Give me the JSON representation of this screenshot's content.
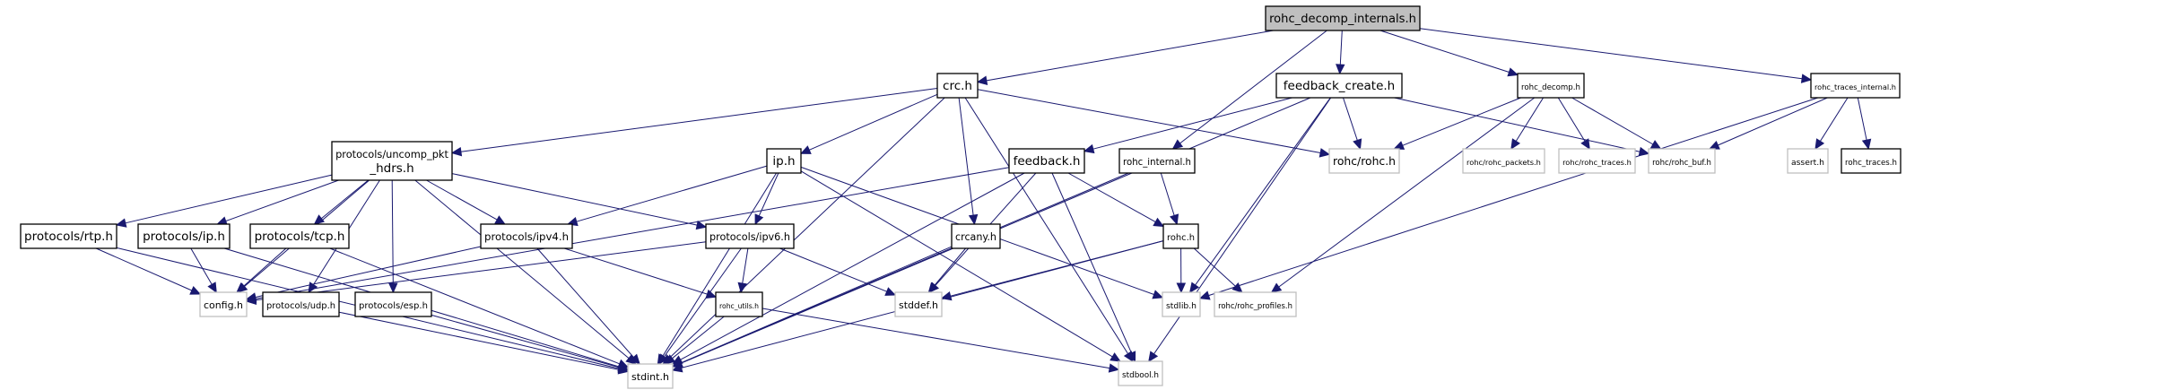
{
  "graph": {
    "title": "rohc_decomp_internals.h",
    "colors": {
      "edge": "#191970",
      "root_fill": "#bfbfbf",
      "documented_border": "#000000",
      "undocumented_border": "#bfbfbf",
      "node_fill": "#ffffff"
    },
    "nodes": [
      {
        "id": "root",
        "label": "rohc_decomp_internals.h",
        "kind": "root"
      },
      {
        "id": "crc",
        "label": "crc.h",
        "kind": "documented"
      },
      {
        "id": "feedback_create",
        "label": "feedback_create.h",
        "kind": "documented"
      },
      {
        "id": "rohc_decomp",
        "label": "rohc_decomp.h",
        "kind": "documented"
      },
      {
        "id": "rohc_traces_internal",
        "label": "rohc_traces_internal.h",
        "kind": "documented"
      },
      {
        "id": "uncomp_pkt_hdrs",
        "label": "protocols/uncomp_pkt",
        "label2": "_hdrs.h",
        "kind": "documented"
      },
      {
        "id": "ip",
        "label": "ip.h",
        "kind": "documented"
      },
      {
        "id": "feedback",
        "label": "feedback.h",
        "kind": "documented"
      },
      {
        "id": "rohc_internal",
        "label": "rohc_internal.h",
        "kind": "documented"
      },
      {
        "id": "rohc_rohc",
        "label": "rohc/rohc.h",
        "kind": "external"
      },
      {
        "id": "rohc_packets",
        "label": "rohc/rohc_packets.h",
        "kind": "external"
      },
      {
        "id": "rohc_rohc_traces",
        "label": "rohc/rohc_traces.h",
        "kind": "external"
      },
      {
        "id": "rohc_buf",
        "label": "rohc/rohc_buf.h",
        "kind": "external"
      },
      {
        "id": "assert",
        "label": "assert.h",
        "kind": "external"
      },
      {
        "id": "rohc_traces",
        "label": "rohc_traces.h",
        "kind": "documented"
      },
      {
        "id": "rtp",
        "label": "protocols/rtp.h",
        "kind": "documented"
      },
      {
        "id": "pip",
        "label": "protocols/ip.h",
        "kind": "documented"
      },
      {
        "id": "tcp",
        "label": "protocols/tcp.h",
        "kind": "documented"
      },
      {
        "id": "ipv4",
        "label": "protocols/ipv4.h",
        "kind": "documented"
      },
      {
        "id": "ipv6",
        "label": "protocols/ipv6.h",
        "kind": "documented"
      },
      {
        "id": "crcany",
        "label": "crcany.h",
        "kind": "documented"
      },
      {
        "id": "rohc",
        "label": "rohc.h",
        "kind": "documented"
      },
      {
        "id": "config",
        "label": "config.h",
        "kind": "external"
      },
      {
        "id": "udp",
        "label": "protocols/udp.h",
        "kind": "documented"
      },
      {
        "id": "esp",
        "label": "protocols/esp.h",
        "kind": "documented"
      },
      {
        "id": "rohc_utils",
        "label": "rohc_utils.h",
        "kind": "documented"
      },
      {
        "id": "stddef",
        "label": "stddef.h",
        "kind": "external"
      },
      {
        "id": "stdlib",
        "label": "stdlib.h",
        "kind": "external"
      },
      {
        "id": "rohc_profiles",
        "label": "rohc/rohc_profiles.h",
        "kind": "external"
      },
      {
        "id": "stdint",
        "label": "stdint.h",
        "kind": "external"
      },
      {
        "id": "stdbool",
        "label": "stdbool.h",
        "kind": "external"
      }
    ],
    "edges": [
      [
        "root",
        "crc"
      ],
      [
        "root",
        "feedback_create"
      ],
      [
        "root",
        "rohc_decomp"
      ],
      [
        "root",
        "rohc_traces_internal"
      ],
      [
        "root",
        "rohc_internal"
      ],
      [
        "crc",
        "uncomp_pkt_hdrs"
      ],
      [
        "crc",
        "ip"
      ],
      [
        "crc",
        "crcany"
      ],
      [
        "crc",
        "rohc_rohc"
      ],
      [
        "crc",
        "stdint"
      ],
      [
        "crc",
        "stdbool"
      ],
      [
        "feedback_create",
        "feedback"
      ],
      [
        "feedback_create",
        "rohc_rohc"
      ],
      [
        "feedback_create",
        "rohc_buf"
      ],
      [
        "feedback_create",
        "stdlib"
      ],
      [
        "feedback_create",
        "stdbool"
      ],
      [
        "feedback_create",
        "stdint"
      ],
      [
        "rohc_decomp",
        "rohc_rohc"
      ],
      [
        "rohc_decomp",
        "rohc_packets"
      ],
      [
        "rohc_decomp",
        "rohc_rohc_traces"
      ],
      [
        "rohc_decomp",
        "rohc_buf"
      ],
      [
        "rohc_decomp",
        "rohc_profiles"
      ],
      [
        "rohc_traces_internal",
        "rohc_buf"
      ],
      [
        "rohc_traces_internal",
        "assert"
      ],
      [
        "rohc_traces_internal",
        "rohc_traces"
      ],
      [
        "rohc_traces_internal",
        "stdlib"
      ],
      [
        "uncomp_pkt_hdrs",
        "rtp"
      ],
      [
        "uncomp_pkt_hdrs",
        "pip"
      ],
      [
        "uncomp_pkt_hdrs",
        "tcp"
      ],
      [
        "uncomp_pkt_hdrs",
        "ipv4"
      ],
      [
        "uncomp_pkt_hdrs",
        "ipv6"
      ],
      [
        "uncomp_pkt_hdrs",
        "config"
      ],
      [
        "uncomp_pkt_hdrs",
        "udp"
      ],
      [
        "uncomp_pkt_hdrs",
        "esp"
      ],
      [
        "uncomp_pkt_hdrs",
        "stdint"
      ],
      [
        "ip",
        "ipv4"
      ],
      [
        "ip",
        "ipv6"
      ],
      [
        "ip",
        "stdint"
      ],
      [
        "ip",
        "stdbool"
      ],
      [
        "ip",
        "stdlib"
      ],
      [
        "feedback",
        "config"
      ],
      [
        "feedback",
        "rohc"
      ],
      [
        "feedback",
        "stddef"
      ],
      [
        "feedback",
        "stdint"
      ],
      [
        "feedback",
        "stdbool"
      ],
      [
        "rohc_internal",
        "rohc"
      ],
      [
        "rohc_internal",
        "stdint"
      ],
      [
        "rtp",
        "config"
      ],
      [
        "rtp",
        "stdint"
      ],
      [
        "pip",
        "config"
      ],
      [
        "pip",
        "stdint"
      ],
      [
        "tcp",
        "config"
      ],
      [
        "tcp",
        "stdint"
      ],
      [
        "ipv4",
        "config"
      ],
      [
        "ipv4",
        "rohc_utils"
      ],
      [
        "ipv4",
        "stdint"
      ],
      [
        "ipv6",
        "config"
      ],
      [
        "ipv6",
        "rohc_utils"
      ],
      [
        "ipv6",
        "stddef"
      ],
      [
        "ipv6",
        "stdint"
      ],
      [
        "crcany",
        "stddef"
      ],
      [
        "crcany",
        "stdint"
      ],
      [
        "rohc",
        "stddef"
      ],
      [
        "rohc",
        "stdlib"
      ],
      [
        "rohc",
        "rohc_profiles"
      ],
      [
        "rohc",
        "stdint"
      ],
      [
        "udp",
        "stdint"
      ],
      [
        "esp",
        "stdint"
      ],
      [
        "rohc_utils",
        "stdint"
      ],
      [
        "rohc_utils",
        "stdbool"
      ]
    ]
  }
}
